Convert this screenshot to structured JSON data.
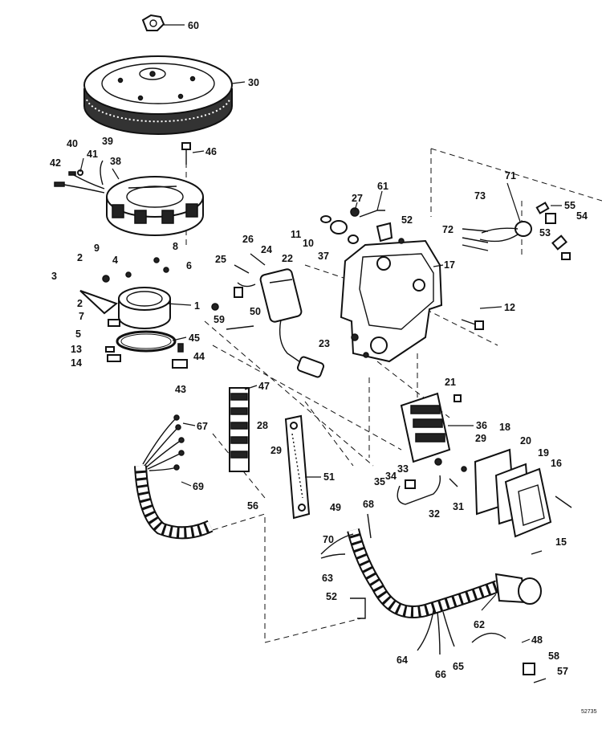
{
  "callouts": [
    "60",
    "30",
    "40",
    "39",
    "41",
    "42",
    "38",
    "46",
    "27",
    "61",
    "71",
    "73",
    "55",
    "54",
    "72",
    "53",
    "11",
    "10",
    "52",
    "37",
    "26",
    "24",
    "25",
    "22",
    "9",
    "8",
    "2",
    "4",
    "6",
    "3",
    "2",
    "7",
    "1",
    "17",
    "50",
    "59",
    "12",
    "5",
    "45",
    "13",
    "44",
    "14",
    "23",
    "43",
    "21",
    "47",
    "36",
    "18",
    "20",
    "19",
    "67",
    "28",
    "29",
    "29",
    "16",
    "33",
    "34",
    "35",
    "69",
    "51",
    "31",
    "56",
    "32",
    "49",
    "68",
    "15",
    "70",
    "63",
    "52",
    "62",
    "48",
    "58",
    "64",
    "66",
    "65",
    "57"
  ],
  "figure_code": "52735"
}
